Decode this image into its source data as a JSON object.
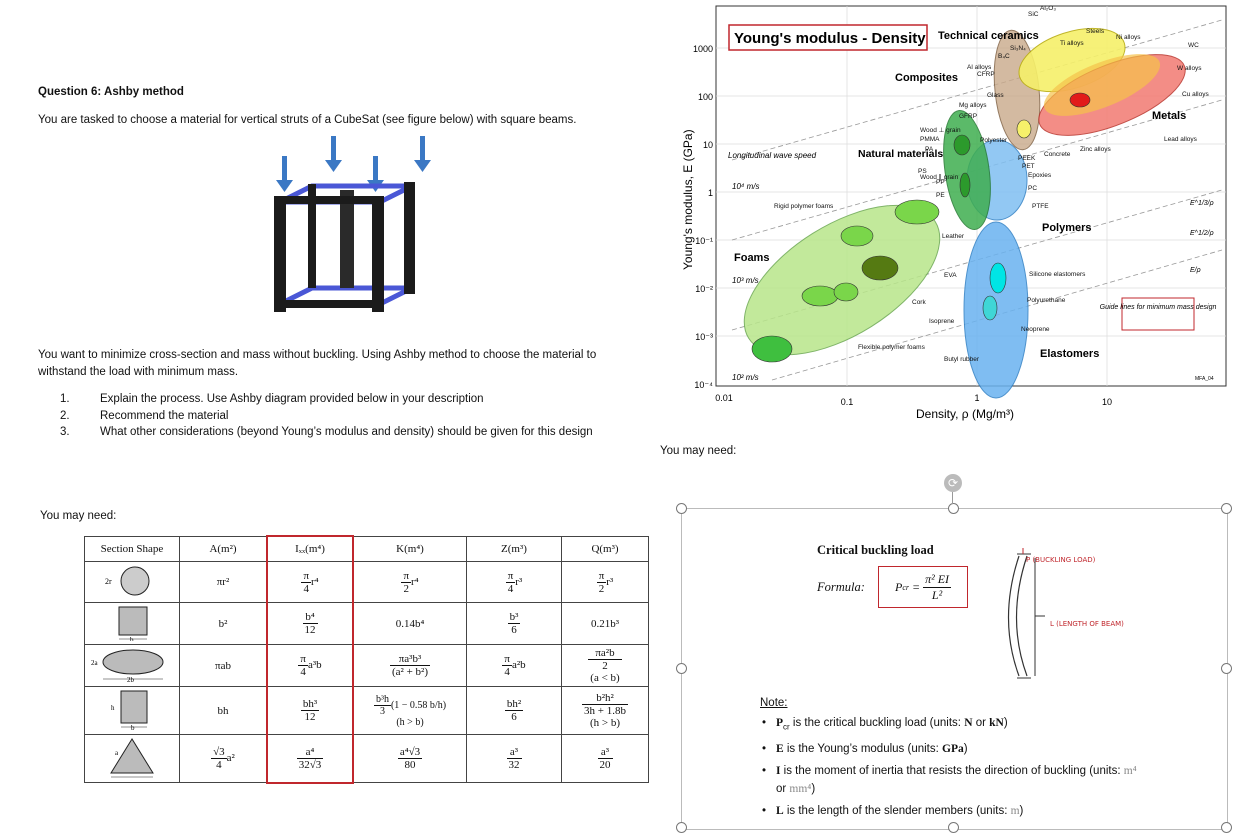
{
  "question": {
    "title": "Question 6: Ashby method",
    "intro": "You are tasked to choose a material for vertical struts of a CubeSat (see figure below) with square beams.",
    "task": "You want to minimize cross-section and mass without buckling. Using Ashby method to choose the material to withstand the load with minimum mass.",
    "items": [
      {
        "num": "1.",
        "text": "Explain the process. Use Ashby diagram provided below in your description"
      },
      {
        "num": "2.",
        "text": "Recommend the material"
      },
      {
        "num": "3.",
        "text": "What other considerations (beyond Young’s modulus and density) should be given for this design"
      }
    ],
    "you_may_need_left": "You may need:",
    "you_may_need_right": "You may need:"
  },
  "table": {
    "headers": [
      "Section Shape",
      "A(m²)",
      "Iₓₓ(m⁴)",
      "K(m⁴)",
      "Z(m³)",
      "Q(m³)"
    ],
    "rows": [
      {
        "A": "πr²",
        "I": [
          "π",
          "4",
          "r⁴"
        ],
        "K": [
          "π",
          "2",
          "r⁴"
        ],
        "Z": [
          "π",
          "4",
          "r³"
        ],
        "Q": [
          "π",
          "2",
          "r³"
        ]
      },
      {
        "A": "b²",
        "I": [
          "b⁴",
          "12",
          ""
        ],
        "K": "0.14b⁴",
        "Z": [
          "b³",
          "6",
          ""
        ],
        "Q": "0.21b³"
      },
      {
        "A": "πab",
        "I": [
          "π",
          "4",
          "a³b"
        ],
        "K": [
          "πa³b³",
          "(a² + b²)",
          ""
        ],
        "Z": [
          "π",
          "4",
          "a²b"
        ],
        "Q": [
          "πa²b",
          "2",
          "(a < b)"
        ]
      },
      {
        "A": "bh",
        "I": [
          "bh³",
          "12",
          ""
        ],
        "K": [
          "b³h",
          "3",
          "(1 − 0.58 b/h)",
          "(h > b)"
        ],
        "Z": [
          "bh²",
          "6",
          ""
        ],
        "Q": [
          "b²h²",
          "3h + 1.8b",
          "(h > b)"
        ]
      },
      {
        "A": [
          "√3",
          "4",
          "a²"
        ],
        "I": [
          "a⁴",
          "32√3",
          ""
        ],
        "K": [
          "a⁴√3",
          "80",
          ""
        ],
        "Z": [
          "a³",
          "32",
          ""
        ],
        "Q": [
          "a³",
          "20",
          ""
        ]
      }
    ],
    "shape_labels": {
      "circle": "2r",
      "square": "b",
      "ellipse_a": "2a",
      "ellipse_b": "2b",
      "rect_h": "h",
      "rect_b": "b",
      "tri": "a"
    }
  },
  "ashby": {
    "title": "Young's modulus - Density",
    "ylabel": "Young's modulus, E (GPa)",
    "xlabel": "Density, ρ (Mg/m³)",
    "yticks": [
      "1000",
      "100",
      "10",
      "1",
      "10⁻¹",
      "10⁻²",
      "10⁻³",
      "10⁻⁴"
    ],
    "xticks": [
      "0.01",
      "0.1",
      "1",
      "10"
    ],
    "family_labels": [
      "Technical ceramics",
      "Composites",
      "Natural materials",
      "Foams",
      "Polymers",
      "Elastomers",
      "Metals"
    ],
    "material_labels": [
      "Al₂O₃",
      "SiC",
      "Si₃N₄",
      "B₄C",
      "Steels",
      "Ti alloys",
      "Ni alloys",
      "WC",
      "W alloys",
      "Cu alloys",
      "Lead alloys",
      "Al alloys",
      "CFRP",
      "Glass",
      "Mg alloys",
      "GFRP",
      "Zinc alloys",
      "Concrete",
      "PEEK",
      "PET",
      "Epoxies",
      "PC",
      "PTFE",
      "Polyester",
      "Wood ⊥ grain",
      "Wood ∥ grain",
      "PMMA",
      "PA",
      "PS",
      "PP",
      "PE",
      "Leather",
      "EVA",
      "Silicone elastomers",
      "Polyurethane",
      "Neoprene",
      "Isoprene",
      "Butyl rubber",
      "Cork",
      "Rigid polymer foams",
      "Flexible polymer foams"
    ],
    "wave_speed": [
      "Longitudinal wave speed",
      "10⁴ m/s",
      "10³ m/s",
      "10² m/s"
    ],
    "guide_lines": [
      "E/ρ",
      "E^1/2/ρ",
      "E^1/3/ρ"
    ],
    "guide_text": "Guide lines for minimum mass design",
    "credit": "MFA_04"
  },
  "buckling": {
    "title": "Critical buckling load",
    "formula_label": "Formula:",
    "formula_lhs": "P",
    "formula_sub": "cr",
    "formula_num": "π² EI",
    "formula_den": "L²",
    "hand_p": "P (BUCKLING LOAD)",
    "hand_l": "L (LENGTH OF BEAM)",
    "note_title": "Note:",
    "notes": [
      {
        "sym": "P",
        "sub": "cr",
        "text": " is the critical buckling load (units: ",
        "unit": "N",
        "mid": " or ",
        "unit2": "kN",
        "end": ")"
      },
      {
        "sym": "E",
        "text": " is the Young’s modulus (units: ",
        "unit": "GPa",
        "end": ")"
      },
      {
        "sym": "I",
        "text": " is the moment of inertia that resists the direction of buckling (units: ",
        "unit2": "m⁴",
        "mid": " or ",
        "unit3": "mm⁴",
        "end": ")"
      },
      {
        "sym": "L",
        "text": " is the length of the slender members (units: ",
        "unit2": "m",
        "end": ")"
      }
    ]
  }
}
